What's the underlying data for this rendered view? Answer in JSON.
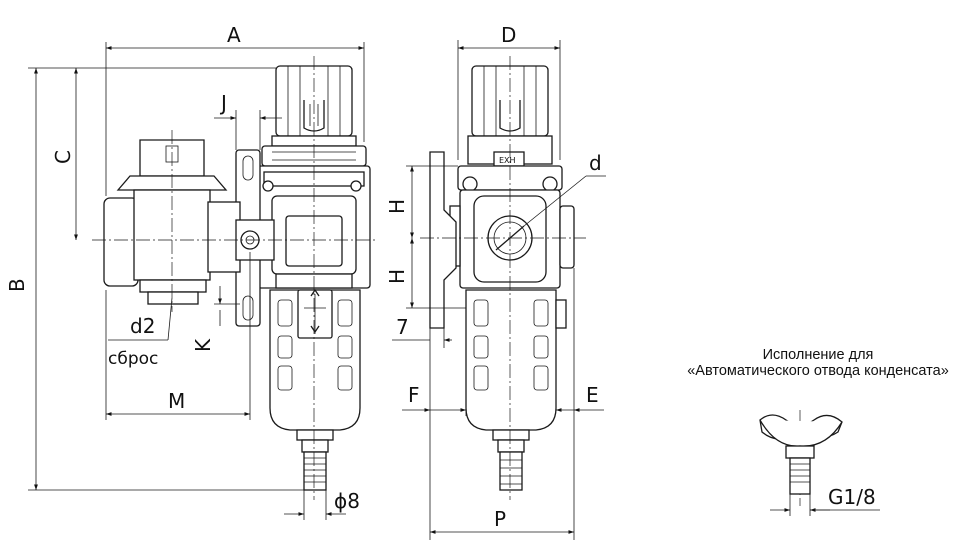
{
  "labels": {
    "A": "A",
    "B": "B",
    "C": "C",
    "D": "D",
    "d": "d",
    "d2": "d2",
    "sbros": "сброс",
    "E": "E",
    "F": "F",
    "H1": "H",
    "H2": "H",
    "J": "J",
    "K": "K",
    "M": "M",
    "P": "P",
    "seven": "7",
    "phi8": "ϕ8",
    "G18": "G1/8",
    "exh": "EXH"
  },
  "caption": {
    "line1": "Исполнение для",
    "line2": "«Автоматического отвода конденсата»"
  }
}
